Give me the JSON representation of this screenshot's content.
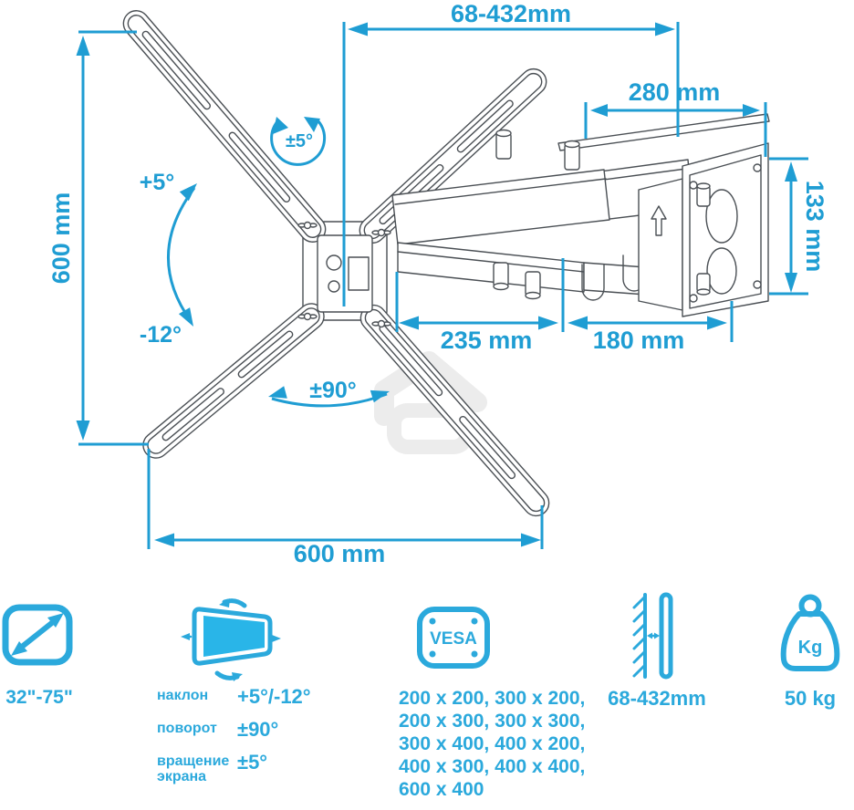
{
  "colors": {
    "accent": "#1F9DD3",
    "icon_accent": "#2BA9DC",
    "screen_fill": "#29B5E8",
    "drawing_line": "#4A4F54",
    "watermark": "#ECECEC"
  },
  "diagram": {
    "dimensions": {
      "extension_range": "68-432mm",
      "wall_plate_width": "280 mm",
      "wall_plate_height": "133 mm",
      "arm_front_reach": "235 mm",
      "arm_rear_reach": "180 mm",
      "bracket_height": "600 mm",
      "bracket_width": "600 mm"
    },
    "angles": {
      "tilt_up": "+5°",
      "tilt_down": "-12°",
      "swivel": "±90°",
      "screen_rotation": "±5°"
    }
  },
  "specs": {
    "screen_size": "32\"-75\"",
    "movement": {
      "rows": [
        {
          "name": "наклон",
          "value": "+5°/-12°"
        },
        {
          "name": "поворот",
          "value": "±90°"
        },
        {
          "name": "вращение экрана",
          "value": "±5°"
        }
      ]
    },
    "vesa": {
      "icon_label": "VESA",
      "sizes": [
        "200 x 200, 300 x 200,",
        "200 x 300, 300 x 300,",
        "300 x 400, 400 x 200,",
        "400 x 300, 400 x 400,",
        "600 x 400"
      ]
    },
    "wall_distance": "68-432mm",
    "weight": {
      "icon_label": "Kg",
      "max_load": "50 kg"
    }
  }
}
